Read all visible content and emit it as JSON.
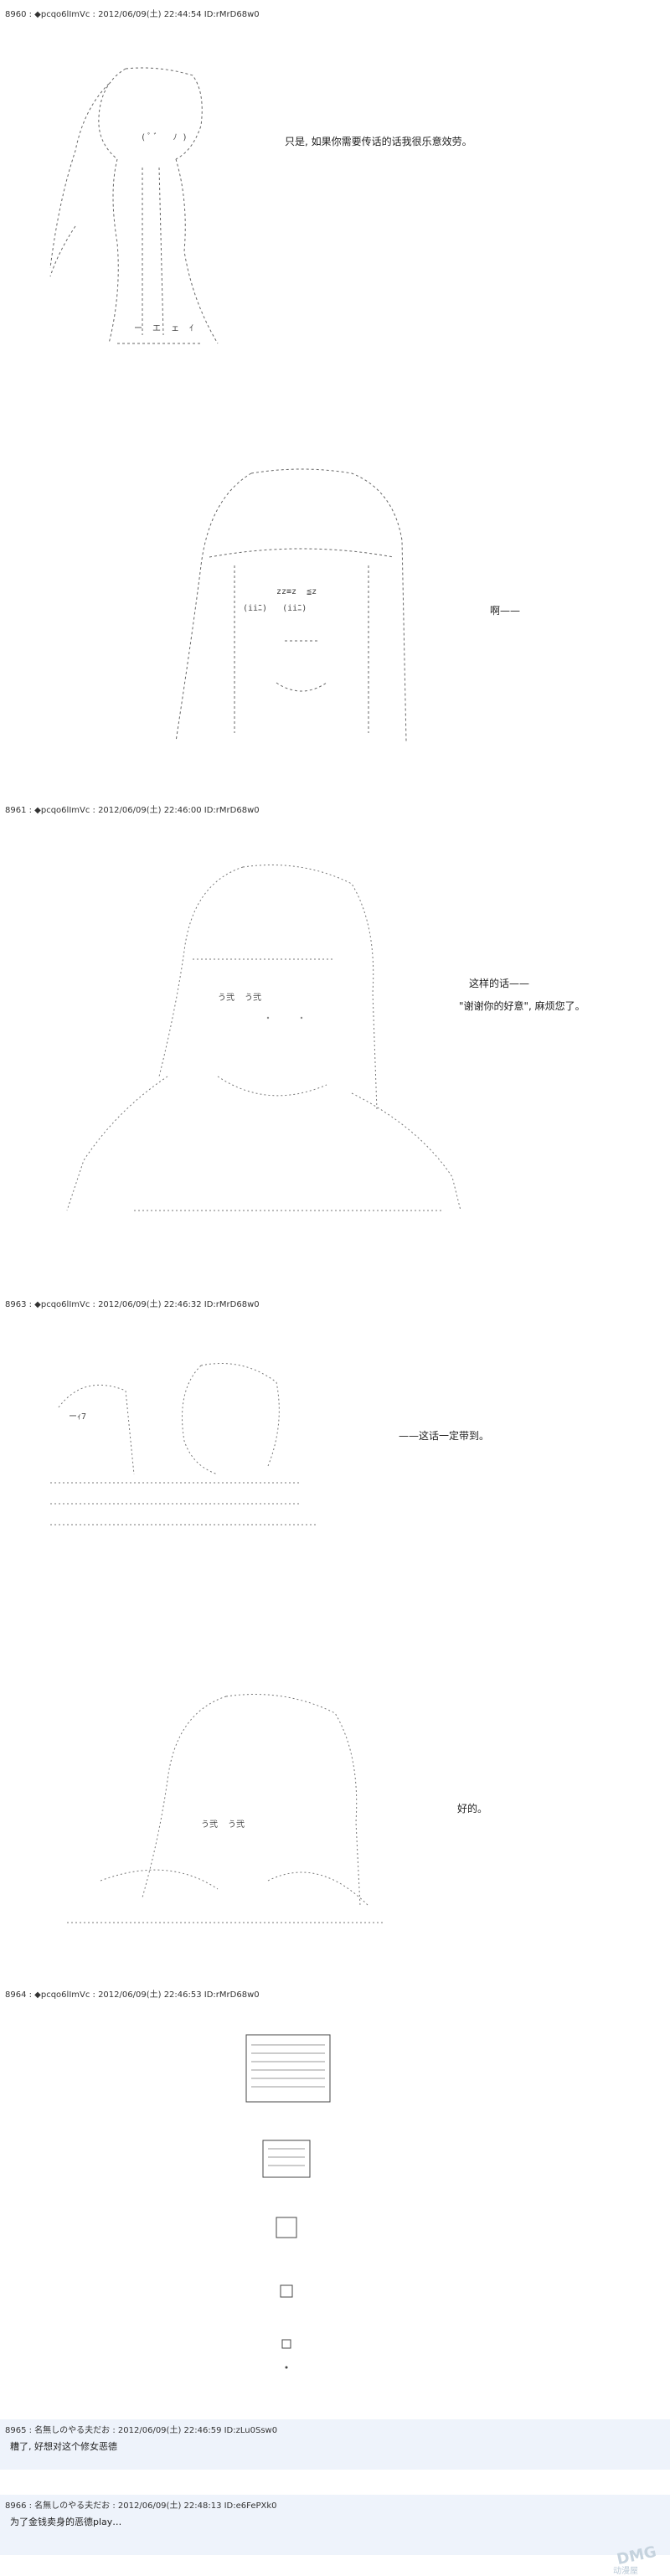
{
  "posts": [
    {
      "header": "8960 : ◆pcqo6lImVc : 2012/06/09(土) 22:44:54 ID:rMrD68w0"
    },
    {
      "header": "8961 : ◆pcqo6lImVc : 2012/06/09(土) 22:46:00 ID:rMrD68w0"
    },
    {
      "header": "8963 : ◆pcqo6lImVc : 2012/06/09(土) 22:46:32 ID:rMrD68w0"
    },
    {
      "header": "8964 : ◆pcqo6lImVc : 2012/06/09(土) 22:46:53 ID:rMrD68w0"
    }
  ],
  "dialogue": {
    "line1": "只是, 如果你需要传话的话我很乐意效劳。",
    "line2": "啊——",
    "line3a": "这样的话——",
    "line3b": "\"谢谢你的好意\", 麻烦您了。",
    "line4": "——这话一定带到。",
    "line5": "好的。"
  },
  "aa_text": {
    "a1_face": "( ﾟ ﾞ   ﾉ )",
    "a1_bottom": "ー  エ  ェ  ｲ",
    "a2_face": "(iiﾆ)   (iiﾆ)",
    "a2_mid": "zz≡z  ≦z",
    "a3_face": "う弐  う弐",
    "a4_left": "ーｨ7",
    "a5_face": "う弐  う弐"
  },
  "comments": [
    {
      "header": "8965 : 名無しのやる夫だお : 2012/06/09(土) 22:46:59 ID:zLu0Ssw0",
      "body": "糟了, 好想对这个修女恶德"
    },
    {
      "header": "8966 : 名無しのやる夫だお : 2012/06/09(土) 22:48:13 ID:e6FePXk0",
      "body": "为了金钱卖身的恶德play…"
    }
  ],
  "colors": {
    "comment_bg": "#eef3fb",
    "watermark": "#b8c8d6"
  },
  "watermark": {
    "logo": "DMG",
    "text": "动漫屋"
  }
}
